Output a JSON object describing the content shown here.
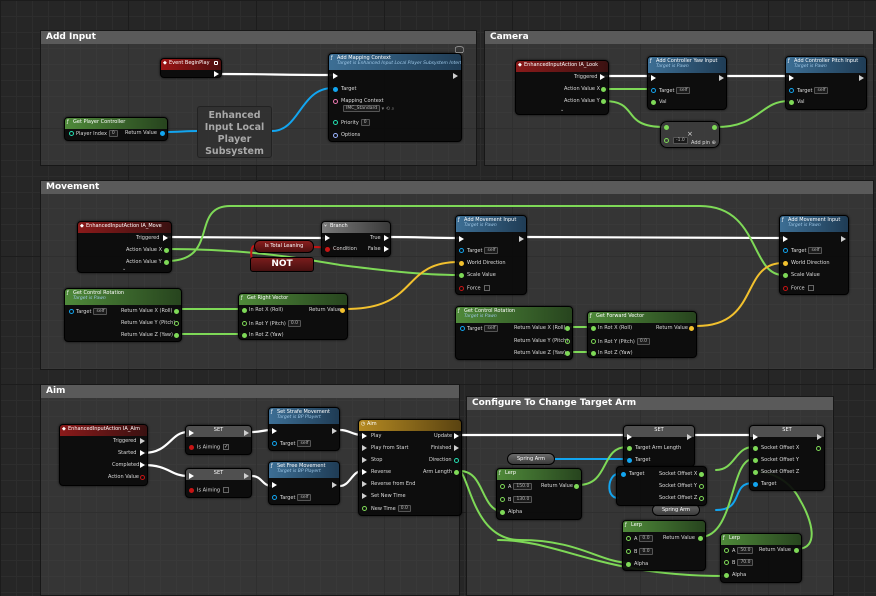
{
  "comments": {
    "add_input": "Add Input",
    "camera": "Camera",
    "movement": "Movement",
    "aim": "Aim",
    "configure": "Configure To Change Target Arm"
  },
  "nodes": {
    "event_begin_play": {
      "title": "Event BeginPlay"
    },
    "add_mapping_context": {
      "title": "Add Mapping Context",
      "subtitle": "Target is Enhanced Input Local Player Subsystem Interface",
      "target": "Target",
      "mapping_context": "Mapping Context",
      "mapping_value": "IMC_Standard",
      "priority": "Priority",
      "priority_value": "0",
      "options": "Options"
    },
    "get_player_controller": {
      "title": "Get Player Controller",
      "player_index": "Player Index",
      "player_index_value": "0",
      "return_value": "Return Value"
    },
    "enhanced_subsystem": {
      "line1": "Enhanced",
      "line2": "Input Local",
      "line3": "Player",
      "line4": "Subsystem"
    },
    "ia_look": {
      "title": "EnhancedInputAction IA_Look",
      "triggered": "Triggered",
      "avx": "Action Value X",
      "avy": "Action Value Y"
    },
    "yaw_input": {
      "title": "Add Controller Yaw Input",
      "subtitle": "Target is Pawn",
      "target": "Target",
      "target_value": "self",
      "val": "Val"
    },
    "pitch_input": {
      "title": "Add Controller Pitch Input",
      "subtitle": "Target is Pawn",
      "target": "Target",
      "target_value": "self",
      "val": "Val"
    },
    "multiply": {
      "value": "-1.0",
      "add_pin": "Add pin"
    },
    "ia_move": {
      "title": "EnhancedInputAction IA_Move",
      "triggered": "Triggered",
      "avx": "Action Value X",
      "avy": "Action Value Y"
    },
    "is_total_leaning": {
      "label": "Is Total Leaning"
    },
    "not_node": {
      "label": "NOT"
    },
    "branch": {
      "title": "Branch",
      "condition": "Condition",
      "true_label": "True",
      "false_label": "False"
    },
    "add_movement_1": {
      "title": "Add Movement Input",
      "subtitle": "Target is Pawn",
      "target": "Target",
      "target_value": "self",
      "world_direction": "World Direction",
      "scale_value": "Scale Value",
      "force": "Force"
    },
    "add_movement_2": {
      "title": "Add Movement Input",
      "subtitle": "Target is Pawn",
      "target": "Target",
      "target_value": "self",
      "world_direction": "World Direction",
      "scale_value": "Scale Value",
      "force": "Force"
    },
    "get_control_rotation_1": {
      "title": "Get Control Rotation",
      "subtitle": "Target is Pawn",
      "target": "Target",
      "target_value": "self",
      "roll": "Return Value X (Roll)",
      "pitch": "Return Value Y (Pitch)",
      "yaw": "Return Value Z (Yaw)"
    },
    "get_right_vector": {
      "title": "Get Right Vector",
      "in_roll": "In Rot X (Roll)",
      "in_pitch": "In Rot Y (Pitch)",
      "in_pitch_value": "0.0",
      "in_yaw": "In Rot Z (Yaw)",
      "return_value": "Return Value"
    },
    "get_control_rotation_2": {
      "title": "Get Control Rotation",
      "subtitle": "Target is Pawn",
      "target": "Target",
      "target_value": "self",
      "roll": "Return Value X (Roll)",
      "pitch": "Return Value Y (Pitch)",
      "yaw": "Return Value Z (Yaw)"
    },
    "get_forward_vector": {
      "title": "Get Forward Vector",
      "in_roll": "In Rot X (Roll)",
      "in_pitch": "In Rot Y (Pitch)",
      "in_pitch_value": "0.0",
      "in_yaw": "In Rot Z (Yaw)",
      "return_value": "Return Value"
    },
    "ia_aim": {
      "title": "EnhancedInputAction IA_Aim",
      "triggered": "Triggered",
      "started": "Started",
      "completed": "Completed",
      "action_value": "Action Value"
    },
    "set_aiming_1": {
      "title": "SET",
      "label": "Is Aiming"
    },
    "set_aiming_2": {
      "title": "SET",
      "label": "Is Aiming"
    },
    "strafe_movement": {
      "title": "Set Strafe Movement",
      "subtitle": "Target is BP Playert",
      "target": "Target",
      "target_value": "self"
    },
    "free_movement": {
      "title": "Set Free Movement",
      "subtitle": "Target is BP Playert",
      "target": "Target",
      "target_value": "self"
    },
    "timeline_aim": {
      "title": "Aim",
      "play": "Play",
      "play_from_start": "Play from Start",
      "stop": "Stop",
      "reverse": "Reverse",
      "reverse_from_end": "Reverse from End",
      "set_new_time": "Set New Time",
      "new_time": "New Time",
      "new_time_value": "0.0",
      "update": "Update",
      "finished": "Finished",
      "direction": "Direction",
      "arm_length": "Arm Length"
    },
    "spring_arm_1": {
      "label": "Spring Arm"
    },
    "spring_arm_2": {
      "label": "Spring Arm"
    },
    "set_target_arm": {
      "title": "SET",
      "target_arm_length": "Target Arm Length",
      "target": "Target"
    },
    "set_socket_offset": {
      "title": "SET",
      "x": "Socket Offset X",
      "y": "Socket Offset Y",
      "z": "Socket Offset Z",
      "target": "Target"
    },
    "break_socket": {
      "target": "Target",
      "x": "Socket Offset X",
      "y": "Socket Offset Y",
      "z": "Socket Offset Z"
    },
    "lerp_1": {
      "title": "Lerp",
      "a": "A",
      "a_value": "150.0",
      "b": "B",
      "b_value": "130.0",
      "alpha": "Alpha",
      "return_value": "Return Value"
    },
    "lerp_2": {
      "title": "Lerp",
      "a": "A",
      "a_value": "0.0",
      "b": "B",
      "b_value": "0.0",
      "alpha": "Alpha",
      "return_value": "Return Value"
    },
    "lerp_3": {
      "title": "Lerp",
      "a": "A",
      "a_value": "50.0",
      "b": "B",
      "b_value": "70.0",
      "alpha": "Alpha",
      "return_value": "Return Value"
    }
  }
}
